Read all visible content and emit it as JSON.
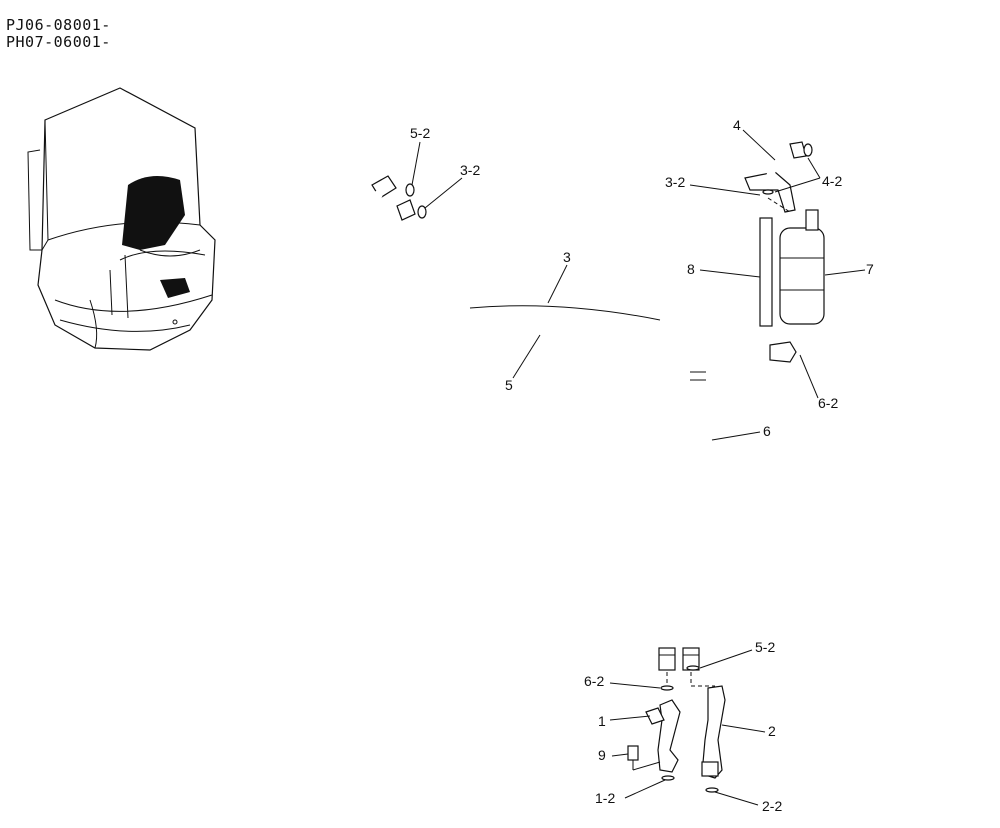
{
  "serials": [
    "PJ06-08001-",
    "PH07-06001-"
  ],
  "callouts": {
    "c1": "1",
    "c1_2": "1-2",
    "c2": "2",
    "c2_2": "2-2",
    "c3": "3",
    "c3_2a": "3-2",
    "c3_2b": "3-2",
    "c4": "4",
    "c4_2": "4-2",
    "c5": "5",
    "c5_2a": "5-2",
    "c5_2b": "5-2",
    "c6": "6",
    "c6_2a": "6-2",
    "c6_2b": "6-2",
    "c7": "7",
    "c8": "8",
    "c9": "9"
  }
}
